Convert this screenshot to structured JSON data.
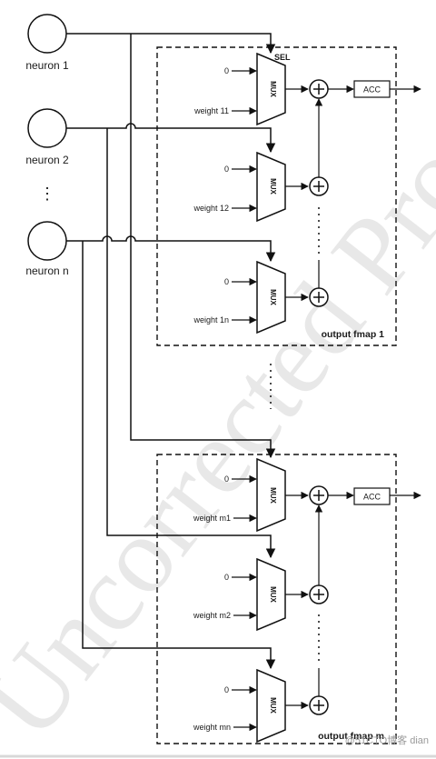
{
  "neurons": [
    {
      "label": "neuron 1"
    },
    {
      "label": "neuron 2"
    },
    {
      "label": "neuron n"
    }
  ],
  "neuron_ellipsis": "⋮",
  "sel_label": "SEL",
  "mux_label": "MUX",
  "zero_label": "0",
  "acc_label": "ACC",
  "groups": [
    {
      "fmap_label": "output fmap 1",
      "weights": [
        "weight 11",
        "weight 12",
        "weight 1n"
      ]
    },
    {
      "fmap_label": "output fmap m",
      "weights": [
        "weight m1",
        "weight m2",
        "weight mn"
      ]
    }
  ],
  "watermark": "Uncorrected Proof",
  "corner_watermark": "@51CTO博客 dian"
}
